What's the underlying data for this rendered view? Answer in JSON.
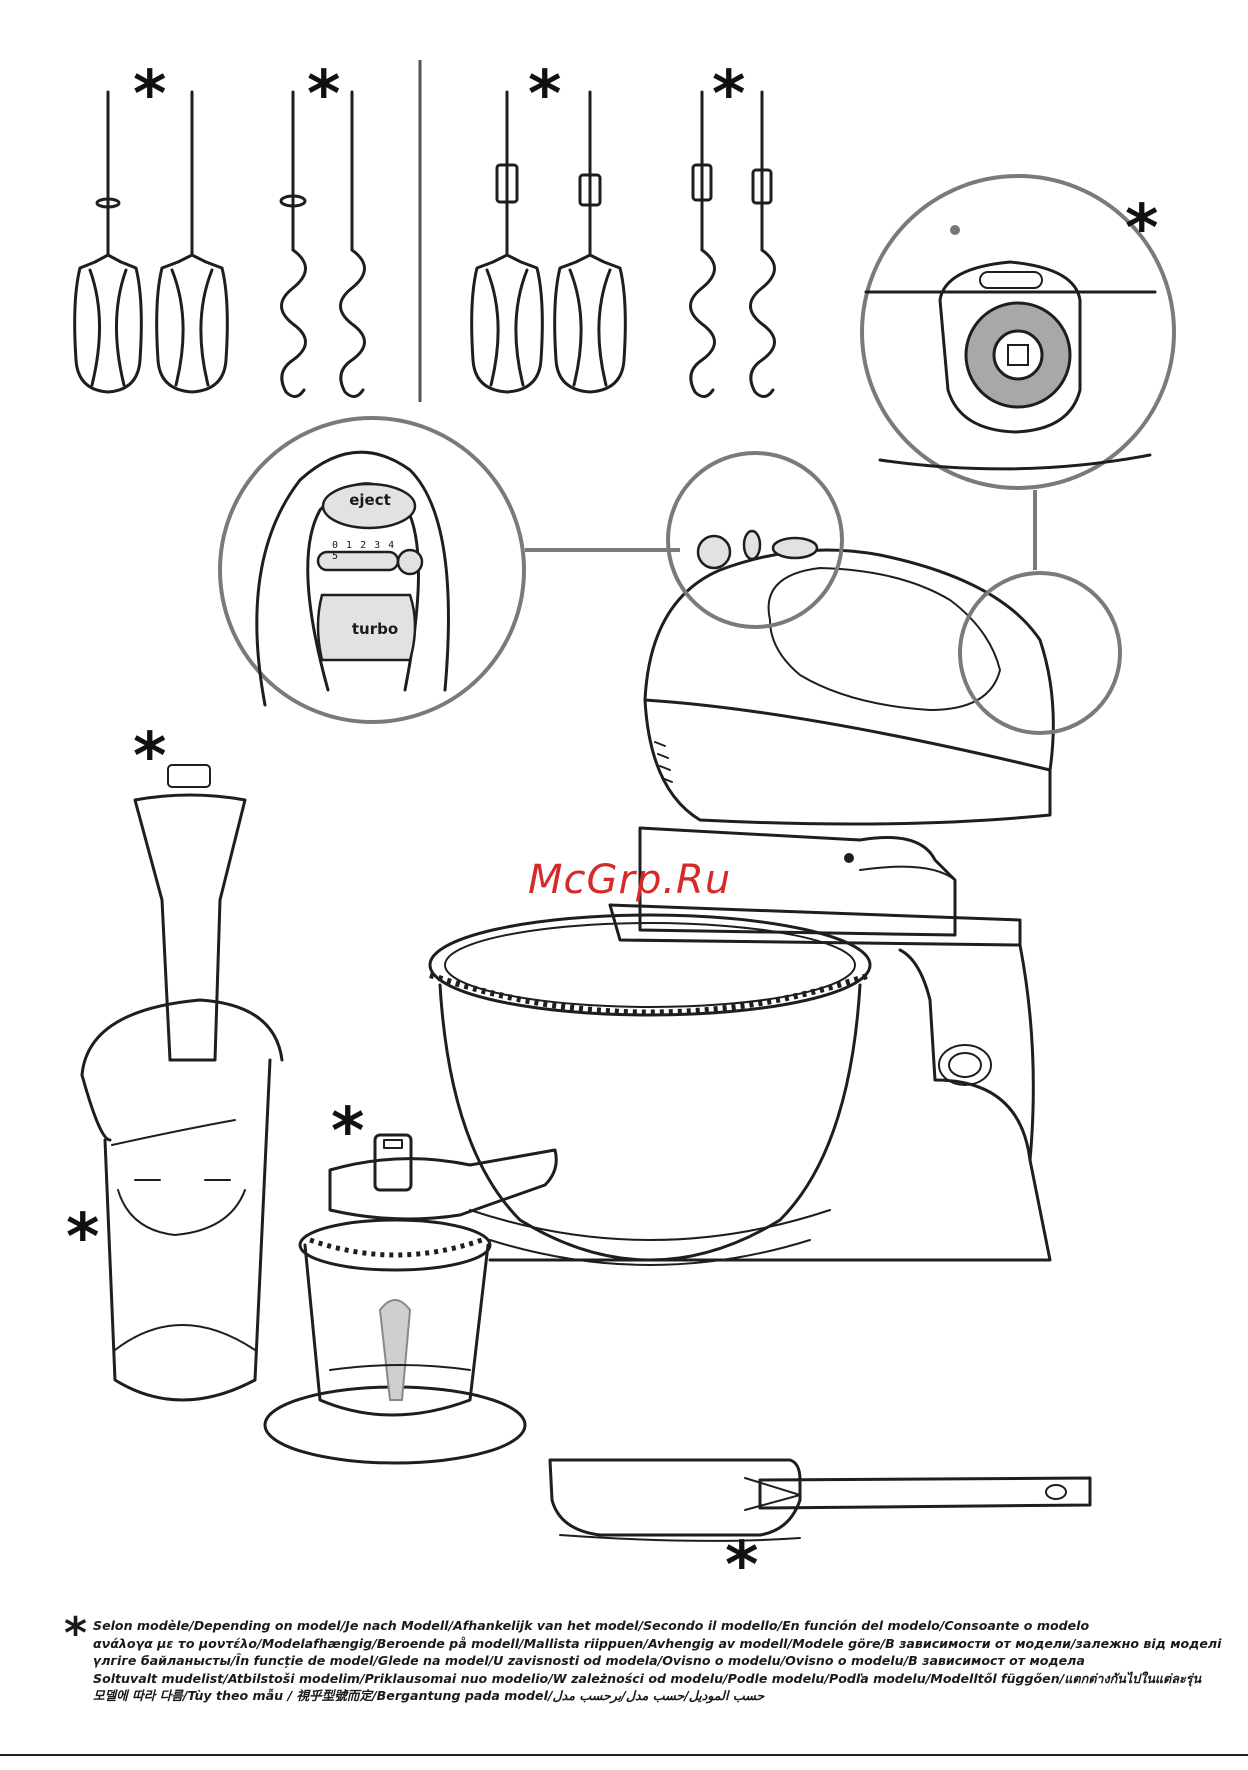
{
  "figure": {
    "controls": {
      "eject_label": "eject",
      "speed_marks": "0 1 2 3 4 5",
      "turbo_label": "turbo"
    },
    "optional_mark": "*",
    "watermark": "McGrp.Ru"
  },
  "footnote": {
    "lines": [
      "Selon modèle/Depending on model/Je nach Modell/Afhankelijk van het model/Secondo il modello/En función del modelo/Consoante o modelo",
      "ανάλογα με το μοντέλο/Modelafhængig/Beroende på modell/Mallista riippuen/Avhengig av modell/Modele göre/В зависимости от модели/залежно від моделі",
      "үлгіге байланысты/În funcție de model/Glede na model/U zavisnosti od modela/Ovisno o modelu/Ovisno o modelu/В зависимост от модела",
      "Soltuvalt mudelist/Atbilstoši modelim/Priklausomai nuo modelio/W zależności od modelu/Podle modelu/Podľa modelu/Modelltől függően/แตกต่างกันไปในแต่ละรุ่น",
      "모델에 따라 다름/Tùy theo mẫu / 視乎型號而定/Bergantung pada model/حسب الموديل/حسب مدل/برحسب مدل"
    ]
  }
}
